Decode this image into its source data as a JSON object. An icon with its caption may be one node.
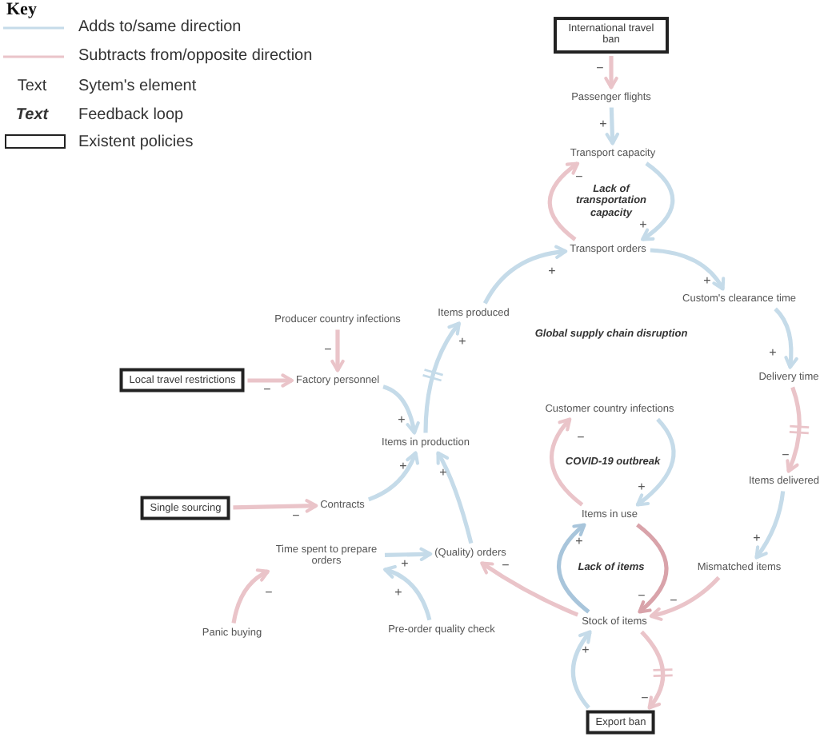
{
  "diagram": {
    "nodes": [
      {
        "text": [
          "International travel ban"
        ]
      },
      {
        "text": [
          "Passenger flights"
        ]
      },
      {
        "text": [
          "Transport capacity"
        ]
      },
      {
        "text": [
          "Transport orders"
        ]
      },
      {
        "text": [
          "Custom's clearance time"
        ]
      },
      {
        "text": [
          "Items produced"
        ]
      },
      {
        "text": [
          "Producer country infections"
        ]
      },
      {
        "text": [
          "Delivery time"
        ]
      },
      {
        "text": [
          "Local travel restrictions"
        ]
      },
      {
        "text": [
          "Factory personnel"
        ]
      },
      {
        "text": [
          "Customer country infections"
        ]
      },
      {
        "text": [
          "Items in production"
        ]
      },
      {
        "text": [
          "Items delivered"
        ]
      },
      {
        "text": [
          "Single sourcing"
        ]
      },
      {
        "text": [
          "Contracts"
        ]
      },
      {
        "text": [
          "Items in use"
        ]
      },
      {
        "text": [
          "Time spent to prepare orders"
        ]
      },
      {
        "text": [
          "(Quality) orders"
        ]
      },
      {
        "text": [
          "Mismatched items"
        ]
      },
      {
        "text": [
          "Stock of items"
        ]
      },
      {
        "text": [
          "Panic buying"
        ]
      },
      {
        "text": [
          "Pre-order quality check"
        ]
      },
      {
        "text": [
          "Export ban"
        ]
      }
    ],
    "edges": [
      {
        "from": 0,
        "to": 1,
        "arrow": "to",
        "label": "−",
        "color": "#eac4c9"
      },
      {
        "from": 1,
        "to": 2,
        "arrow": "to",
        "label": "+"
      },
      {
        "from": 2,
        "to": 3,
        "arrow": "to",
        "label": "+"
      },
      {
        "from": 3,
        "to": 2,
        "arrow": "to",
        "label": "−",
        "color": "#eac4c9"
      },
      {
        "from": 3,
        "to": 4,
        "arrow": "to",
        "label": "+"
      },
      {
        "from": 4,
        "to": 7,
        "arrow": "to",
        "label": "+"
      },
      {
        "from": 7,
        "to": 12,
        "arrow": "to",
        "label": "−",
        "color": "#eac4c9"
      },
      {
        "from": 12,
        "to": 18,
        "arrow": "to",
        "label": "+"
      },
      {
        "from": 18,
        "to": 19,
        "arrow": "to",
        "label": "−",
        "color": "#eac4c9"
      },
      {
        "from": 19,
        "to": 15,
        "arrow": "to",
        "label": "+",
        "color": "#a8c5db"
      },
      {
        "from": 15,
        "to": 19,
        "arrow": "to",
        "label": "−",
        "color": "#d9a3aa"
      },
      {
        "from": 10,
        "to": 15,
        "arrow": "to",
        "label": "+"
      },
      {
        "from": 15,
        "to": 10,
        "arrow": "to",
        "label": "−",
        "color": "#eac4c9"
      },
      {
        "from": 19,
        "to": 17,
        "arrow": "to",
        "label": "−",
        "color": "#eac4c9"
      },
      {
        "from": 19,
        "to": 22,
        "arrow": "to",
        "label": "−",
        "color": "#eac4c9"
      },
      {
        "from": 22,
        "to": 19,
        "arrow": "to",
        "label": "+"
      },
      {
        "from": 16,
        "to": 17,
        "arrow": "to",
        "label": "+"
      },
      {
        "from": 21,
        "to": 16,
        "arrow": "to",
        "label": "+"
      },
      {
        "from": 20,
        "to": 16,
        "arrow": "to",
        "label": "−",
        "color": "#eac4c9"
      },
      {
        "from": 13,
        "to": 14,
        "arrow": "to",
        "label": "−",
        "color": "#eac4c9"
      },
      {
        "from": 8,
        "to": 9,
        "arrow": "to",
        "label": "−",
        "color": "#eac4c9"
      },
      {
        "from": 6,
        "to": 9,
        "arrow": "to",
        "label": "−",
        "color": "#eac4c9"
      },
      {
        "from": 9,
        "to": 11,
        "arrow": "to",
        "label": "+"
      },
      {
        "from": 14,
        "to": 11,
        "arrow": "to",
        "label": "+"
      },
      {
        "from": 17,
        "to": 11,
        "arrow": "to",
        "label": "+"
      },
      {
        "from": 11,
        "to": 5,
        "arrow": "to",
        "label": "+"
      },
      {
        "from": 5,
        "to": 3,
        "arrow": "to",
        "label": "+"
      }
    ],
    "labels": [
      "Key",
      "Text",
      "Text",
      "Lack of transportation capacity",
      "Global supply chain disruption",
      "COVID-19 outbreak",
      "Lack of items"
    ],
    "legend": [
      {
        "text": "Adds to/same direction"
      },
      {
        "text": "Subtracts from/opposite direction"
      },
      {
        "text": "Sytem's element"
      },
      {
        "text": "Feedback loop"
      },
      {
        "text": "Existent policies"
      }
    ]
  }
}
